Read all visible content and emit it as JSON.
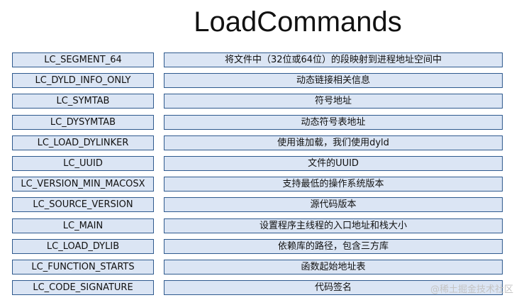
{
  "title": "LoadCommands",
  "rows": [
    {
      "command": "LC_SEGMENT_64",
      "description": "将文件中（32位或64位）的段映射到进程地址空间中"
    },
    {
      "command": "LC_DYLD_INFO_ONLY",
      "description": "动态链接相关信息"
    },
    {
      "command": "LC_SYMTAB",
      "description": "符号地址"
    },
    {
      "command": "LC_DYSYMTAB",
      "description": "动态符号表地址"
    },
    {
      "command": "LC_LOAD_DYLINKER",
      "description": "使用谁加载，我们使用dyld"
    },
    {
      "command": "LC_UUID",
      "description": "文件的UUID"
    },
    {
      "command": "LC_VERSION_MIN_MACOSX",
      "description": "支持最低的操作系统版本"
    },
    {
      "command": "LC_SOURCE_VERSION",
      "description": "源代码版本"
    },
    {
      "command": "LC_MAIN",
      "description": "设置程序主线程的入口地址和栈大小"
    },
    {
      "command": "LC_LOAD_DYLIB",
      "description": "依赖库的路径，包含三方库"
    },
    {
      "command": "LC_FUNCTION_STARTS",
      "description": "函数起始地址表"
    },
    {
      "command": "LC_CODE_SIGNATURE",
      "description": "代码签名"
    }
  ],
  "watermark": "@稀土掘金技术社区"
}
